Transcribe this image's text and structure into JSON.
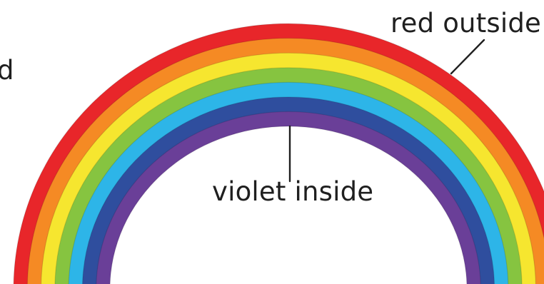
{
  "labels": {
    "partial_left": "d",
    "outside": "red outside",
    "inside": "violet inside"
  },
  "rainbow": {
    "bands": [
      {
        "name": "red",
        "color": "#e8262a"
      },
      {
        "name": "orange",
        "color": "#f58a24"
      },
      {
        "name": "yellow",
        "color": "#f6e62f"
      },
      {
        "name": "green",
        "color": "#86c440"
      },
      {
        "name": "blue",
        "color": "#2db5e8"
      },
      {
        "name": "indigo",
        "color": "#2f4e9e"
      },
      {
        "name": "violet",
        "color": "#6a3f98"
      }
    ]
  }
}
